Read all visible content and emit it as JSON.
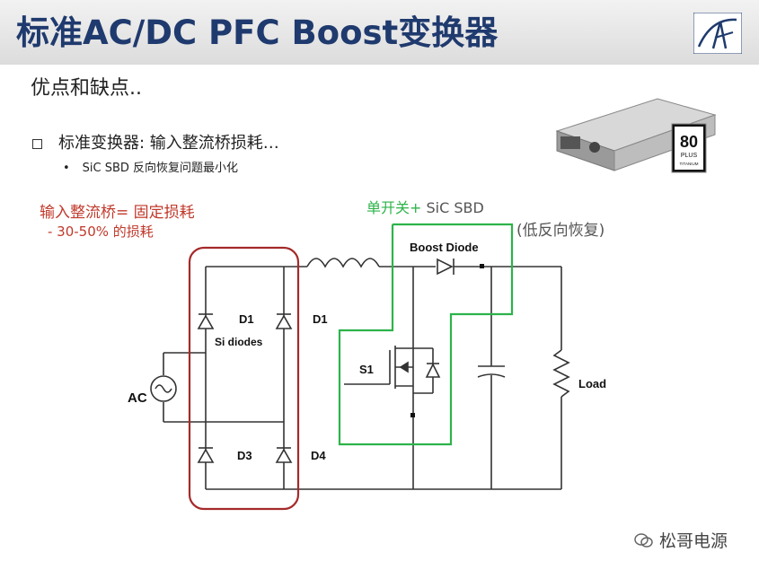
{
  "header": {
    "title": "标准AC/DC PFC Boost变换器"
  },
  "slide": {
    "subtitle": "优点和缺点..",
    "bullet_main": "标准变换器: 输入整流桥损耗…",
    "bullet_sub": "SiC SBD 反向恢复问题最小化",
    "bullet_marker": "•"
  },
  "annotations": {
    "rectifier_loss": "输入整流桥= 固定损耗",
    "rectifier_loss_pct": "- 30-50% 的损耗",
    "single_switch": "单开关+ ",
    "single_switch_sic": "SiC SBD",
    "low_reverse_recovery": "(低反向恢复)"
  },
  "circuit": {
    "boost_diode": "Boost Diode",
    "d1_inner": "D1",
    "d1_outer": "D1",
    "si_diodes": "Si diodes",
    "d3": "D3",
    "d4": "D4",
    "ac": "AC",
    "s1": "S1",
    "load": "Load"
  },
  "psu_image": {
    "badge_number": "80",
    "badge_plus": "PLUS",
    "badge_grade": "TITANIUM"
  },
  "watermark": "松哥电源",
  "colors": {
    "title": "#1f3a6e",
    "red_box": "#a52a2a",
    "green_box": "#2db34a",
    "red_text": "#c0392b"
  }
}
